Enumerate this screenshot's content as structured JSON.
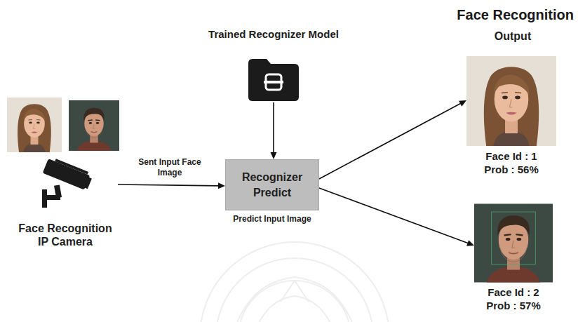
{
  "diagram": {
    "title": "Face Recognition",
    "nodes": [
      {
        "text": [
          "Trained Recognizer Model"
        ]
      },
      {
        "text": [
          "Face Recognition IP Camera"
        ]
      },
      {
        "text": [
          "Recognizer Predict",
          "Predict Input Image"
        ]
      },
      {
        "text": [
          "Face Id : 1",
          "Prob : 56%"
        ]
      },
      {
        "text": [
          "Face Id : 2",
          "Prob : 57%"
        ]
      }
    ],
    "edges": [
      {
        "from": 1,
        "to": 2,
        "label": "Sent Input Face Image",
        "arrow": "to"
      },
      {
        "from": 0,
        "to": 2,
        "arrow": "to"
      },
      {
        "from": 2,
        "to": 3,
        "arrow": "to"
      },
      {
        "from": 2,
        "to": 4,
        "arrow": "to"
      }
    ],
    "labels": [
      "Output"
    ]
  }
}
